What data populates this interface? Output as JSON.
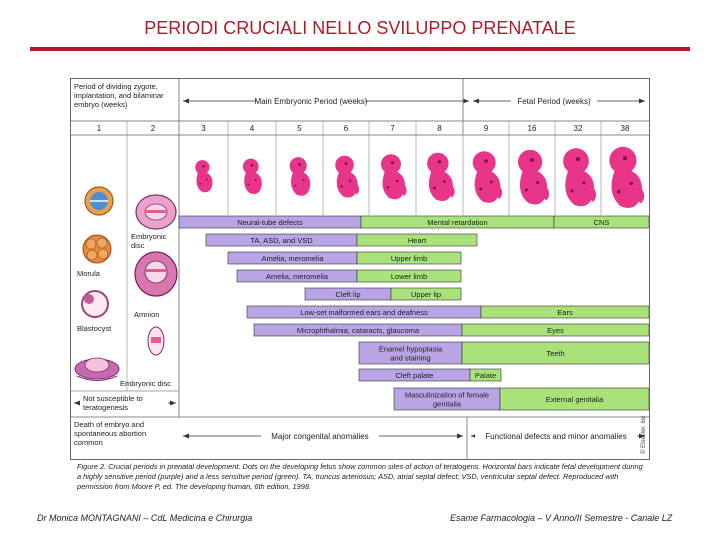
{
  "slide": {
    "title": "PERIODI CRUCIALI NELLO SVILUPPO PRENATALE",
    "footer_left": "Dr Monica MONTAGNANI – CdL Medicina e Chirurgia",
    "footer_right": "Esame Farmacologia – V Anno/II Semestre - Canale LZ"
  },
  "figure": {
    "header": {
      "left": "Period of dividing zygote, implantation, and bilaminar embryo (weeks)",
      "main": "Main Embryonic Period (weeks)",
      "fetal": "Fetal Period (weeks)"
    },
    "weeks": [
      "1",
      "2",
      "3",
      "4",
      "5",
      "6",
      "7",
      "8",
      "9",
      "16",
      "32",
      "38"
    ],
    "left_labels": {
      "embryonic_disc": "Embryonic disc",
      "morula": "Morula",
      "amnion": "Amnion",
      "blastocyst": "Blastocyst",
      "embryonic_disc_2": "Embryonic disc",
      "not_susceptible": "Not susceptible to teratogenesis",
      "death": "Death of embryo and spontaneous abortion common"
    },
    "bars": [
      {
        "label": "Neural-tube defects",
        "label2": "Mental retardation",
        "label3": "CNS"
      },
      {
        "label": "TA, ASD, and VSD",
        "label2": "Heart"
      },
      {
        "label": "Amelia, meromelia",
        "label2": "Upper limb"
      },
      {
        "label": "Amelia, meromelia",
        "label2": "Lower limb"
      },
      {
        "label": "Cleft lip",
        "label2": "Upper lip"
      },
      {
        "label": "Low-set malformed ears and deafness",
        "label2": "Ears"
      },
      {
        "label": "Microphthalmia, cataracts, glaucoma",
        "label2": "Eyes"
      },
      {
        "label": "Enamel hypoplasia and staining",
        "label2": "Teeth"
      },
      {
        "label": "Cleft palate",
        "label2": "Palate"
      },
      {
        "label": "Masculinization of female genitalia",
        "label2": "External genitalia"
      }
    ],
    "bottom": {
      "major": "Major congenital anomalies",
      "functional": "Functional defects and minor anomalies"
    },
    "credit": "© Elsevier. Inc"
  },
  "caption": "Figure 2. Crucial periods in prenatal development. Dots on the developing fetus show common sites of action of teratogens. Horizontal bars indicate fetal development during a highly sensitive period (purple) and a less sensitive period (green). TA, truncus arteriosus; ASD, atrial septal defect; VSD, ventricular septal defect. Reproduced with permission from Moore P, ed. The developing human, 6th edition, 1998.",
  "colors": {
    "title": "#b2192b",
    "sensitive": "#b9a5e6",
    "less_sensitive": "#a9e27a",
    "embryo": "#e8358a"
  }
}
